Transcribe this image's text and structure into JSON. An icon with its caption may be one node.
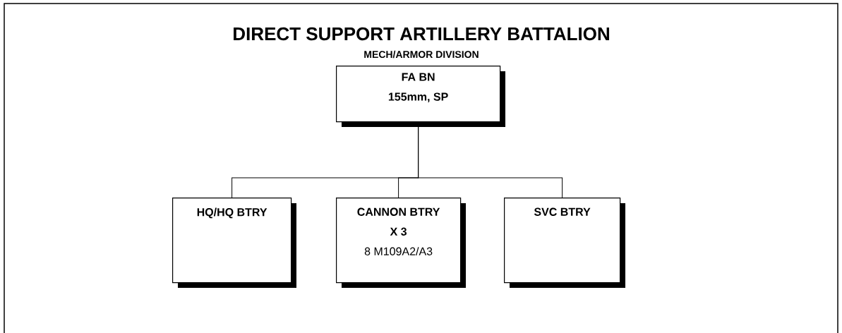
{
  "diagram": {
    "title": "DIRECT SUPPORT ARTILLERY BATTALION",
    "caption": "MECH/ARMOR DIVISION",
    "nodes": [
      {
        "text": [
          "FA BN",
          "155mm, SP"
        ]
      },
      {
        "text": [
          "HQ/HQ BTRY"
        ]
      },
      {
        "text": [
          "CANNON BTRY",
          "X 3",
          "8 M109A2/A3"
        ]
      },
      {
        "text": [
          "SVC BTRY"
        ]
      }
    ],
    "edges": [
      {
        "from": 0,
        "to": 1,
        "arrow": "none"
      },
      {
        "from": 0,
        "to": 2,
        "arrow": "none"
      },
      {
        "from": 0,
        "to": 3,
        "arrow": "none"
      }
    ]
  }
}
